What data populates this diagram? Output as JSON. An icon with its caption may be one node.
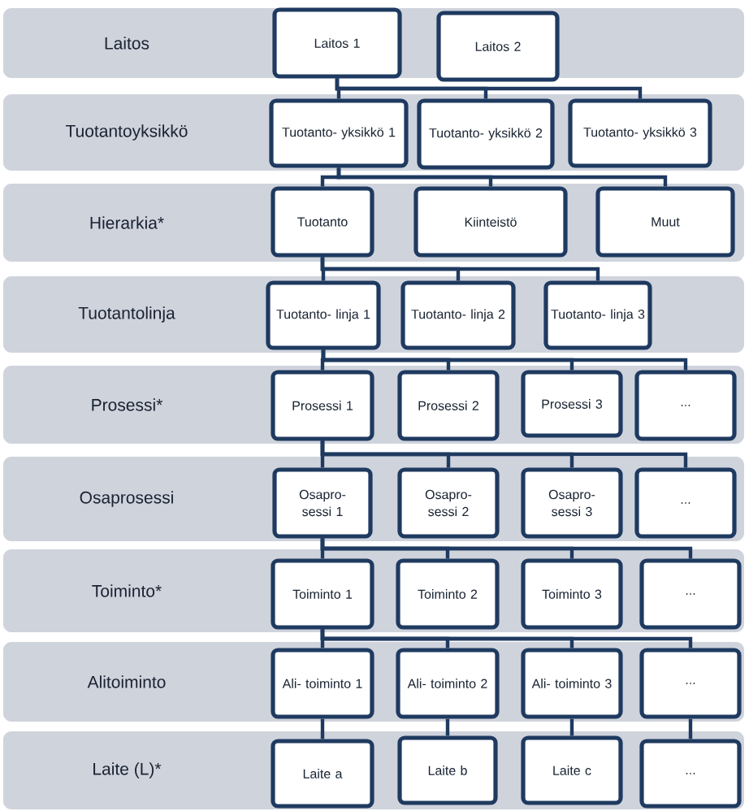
{
  "diagram": {
    "nodes": [
      {
        "text": [
          "Laitos"
        ]
      },
      {
        "text": [
          "Laitos 1"
        ],
        "in": 0
      },
      {
        "text": [
          "Laitos 2"
        ],
        "in": 0
      },
      {
        "text": [
          "Tuotantoyksikkö"
        ]
      },
      {
        "text": [
          "Tuotanto- yksikkö 1"
        ],
        "in": 3
      },
      {
        "text": [
          "Tuotanto- yksikkö 2"
        ],
        "in": 3
      },
      {
        "text": [
          "Tuotanto- yksikkö 3"
        ],
        "in": 3
      },
      {
        "text": [
          "Hierarkia*"
        ]
      },
      {
        "text": [
          "Tuotanto"
        ],
        "in": 7
      },
      {
        "text": [
          "Kiinteistö"
        ],
        "in": 7
      },
      {
        "text": [
          "Muut"
        ],
        "in": 7
      },
      {
        "text": [
          "Tuotantolinja"
        ]
      },
      {
        "text": [
          "Tuotanto- linja 1"
        ],
        "in": 11
      },
      {
        "text": [
          "Tuotanto- linja 2"
        ],
        "in": 11
      },
      {
        "text": [
          "Tuotanto- linja 3"
        ],
        "in": 11
      },
      {
        "text": [
          "Prosessi*"
        ]
      },
      {
        "text": [
          "Prosessi 1"
        ],
        "in": 15
      },
      {
        "text": [
          "Prosessi 2"
        ],
        "in": 15
      },
      {
        "text": [
          "Prosessi 3"
        ],
        "in": 15
      },
      {
        "text": [
          "..."
        ],
        "in": 15
      },
      {
        "text": [
          "Osaprosessi"
        ]
      },
      {
        "text": [
          "Osapro- sessi 1"
        ],
        "in": 20
      },
      {
        "text": [
          "Osapro- sessi 2"
        ],
        "in": 20
      },
      {
        "text": [
          "Osapro- sessi 3"
        ],
        "in": 20
      },
      {
        "text": [
          "..."
        ],
        "in": 20
      },
      {
        "text": [
          "Toiminto*"
        ]
      },
      {
        "text": [
          "Toiminto 1"
        ],
        "in": 25
      },
      {
        "text": [
          "Toiminto 2"
        ],
        "in": 25
      },
      {
        "text": [
          "Toiminto 3"
        ],
        "in": 25
      },
      {
        "text": [
          "..."
        ],
        "in": 25
      },
      {
        "text": [
          "Alitoiminto"
        ]
      },
      {
        "text": [
          "Ali- toiminto 1"
        ],
        "in": 30
      },
      {
        "text": [
          "Ali- toiminto 2"
        ],
        "in": 30
      },
      {
        "text": [
          "Ali- toiminto 3"
        ],
        "in": 30
      },
      {
        "text": [
          "..."
        ],
        "in": 30
      },
      {
        "text": [
          "Laite (L)*"
        ]
      },
      {
        "text": [
          "Laite a"
        ],
        "in": 35
      },
      {
        "text": [
          "Laite b"
        ],
        "in": 35
      },
      {
        "text": [
          "Laite c"
        ],
        "in": 35
      },
      {
        "text": [
          "..."
        ],
        "in": 35
      }
    ],
    "edges": [
      {
        "from": 1,
        "to": 4,
        "arrow": "none"
      },
      {
        "from": 1,
        "to": 5,
        "arrow": "none"
      },
      {
        "from": 1,
        "to": 6,
        "arrow": "none"
      },
      {
        "from": 4,
        "to": 8,
        "arrow": "none"
      },
      {
        "from": 4,
        "to": 9,
        "arrow": "none"
      },
      {
        "from": 4,
        "to": 10,
        "arrow": "none"
      },
      {
        "from": 8,
        "to": 12,
        "arrow": "none"
      },
      {
        "from": 8,
        "to": 13,
        "arrow": "none"
      },
      {
        "from": 8,
        "to": 14,
        "arrow": "none"
      },
      {
        "from": 12,
        "to": 16,
        "arrow": "none"
      },
      {
        "from": 12,
        "to": 17,
        "arrow": "none"
      },
      {
        "from": 12,
        "to": 18,
        "arrow": "none"
      },
      {
        "from": 12,
        "to": 19,
        "arrow": "none"
      },
      {
        "from": 16,
        "to": 21,
        "arrow": "none"
      },
      {
        "from": 16,
        "to": 22,
        "arrow": "none"
      },
      {
        "from": 16,
        "to": 23,
        "arrow": "none"
      },
      {
        "from": 16,
        "to": 24,
        "arrow": "none"
      },
      {
        "from": 21,
        "to": 26,
        "arrow": "none"
      },
      {
        "from": 21,
        "to": 27,
        "arrow": "none"
      },
      {
        "from": 21,
        "to": 28,
        "arrow": "none"
      },
      {
        "from": 21,
        "to": 29,
        "arrow": "none"
      },
      {
        "from": 26,
        "to": 31,
        "arrow": "none"
      },
      {
        "from": 26,
        "to": 32,
        "arrow": "none"
      },
      {
        "from": 26,
        "to": 33,
        "arrow": "none"
      },
      {
        "from": 26,
        "to": 34,
        "arrow": "none"
      },
      {
        "from": 31,
        "to": 36,
        "arrow": "none"
      },
      {
        "from": 32,
        "to": 37,
        "arrow": "none"
      },
      {
        "from": 33,
        "to": 38,
        "arrow": "none"
      },
      {
        "from": 34,
        "to": 39,
        "arrow": "none"
      }
    ]
  }
}
